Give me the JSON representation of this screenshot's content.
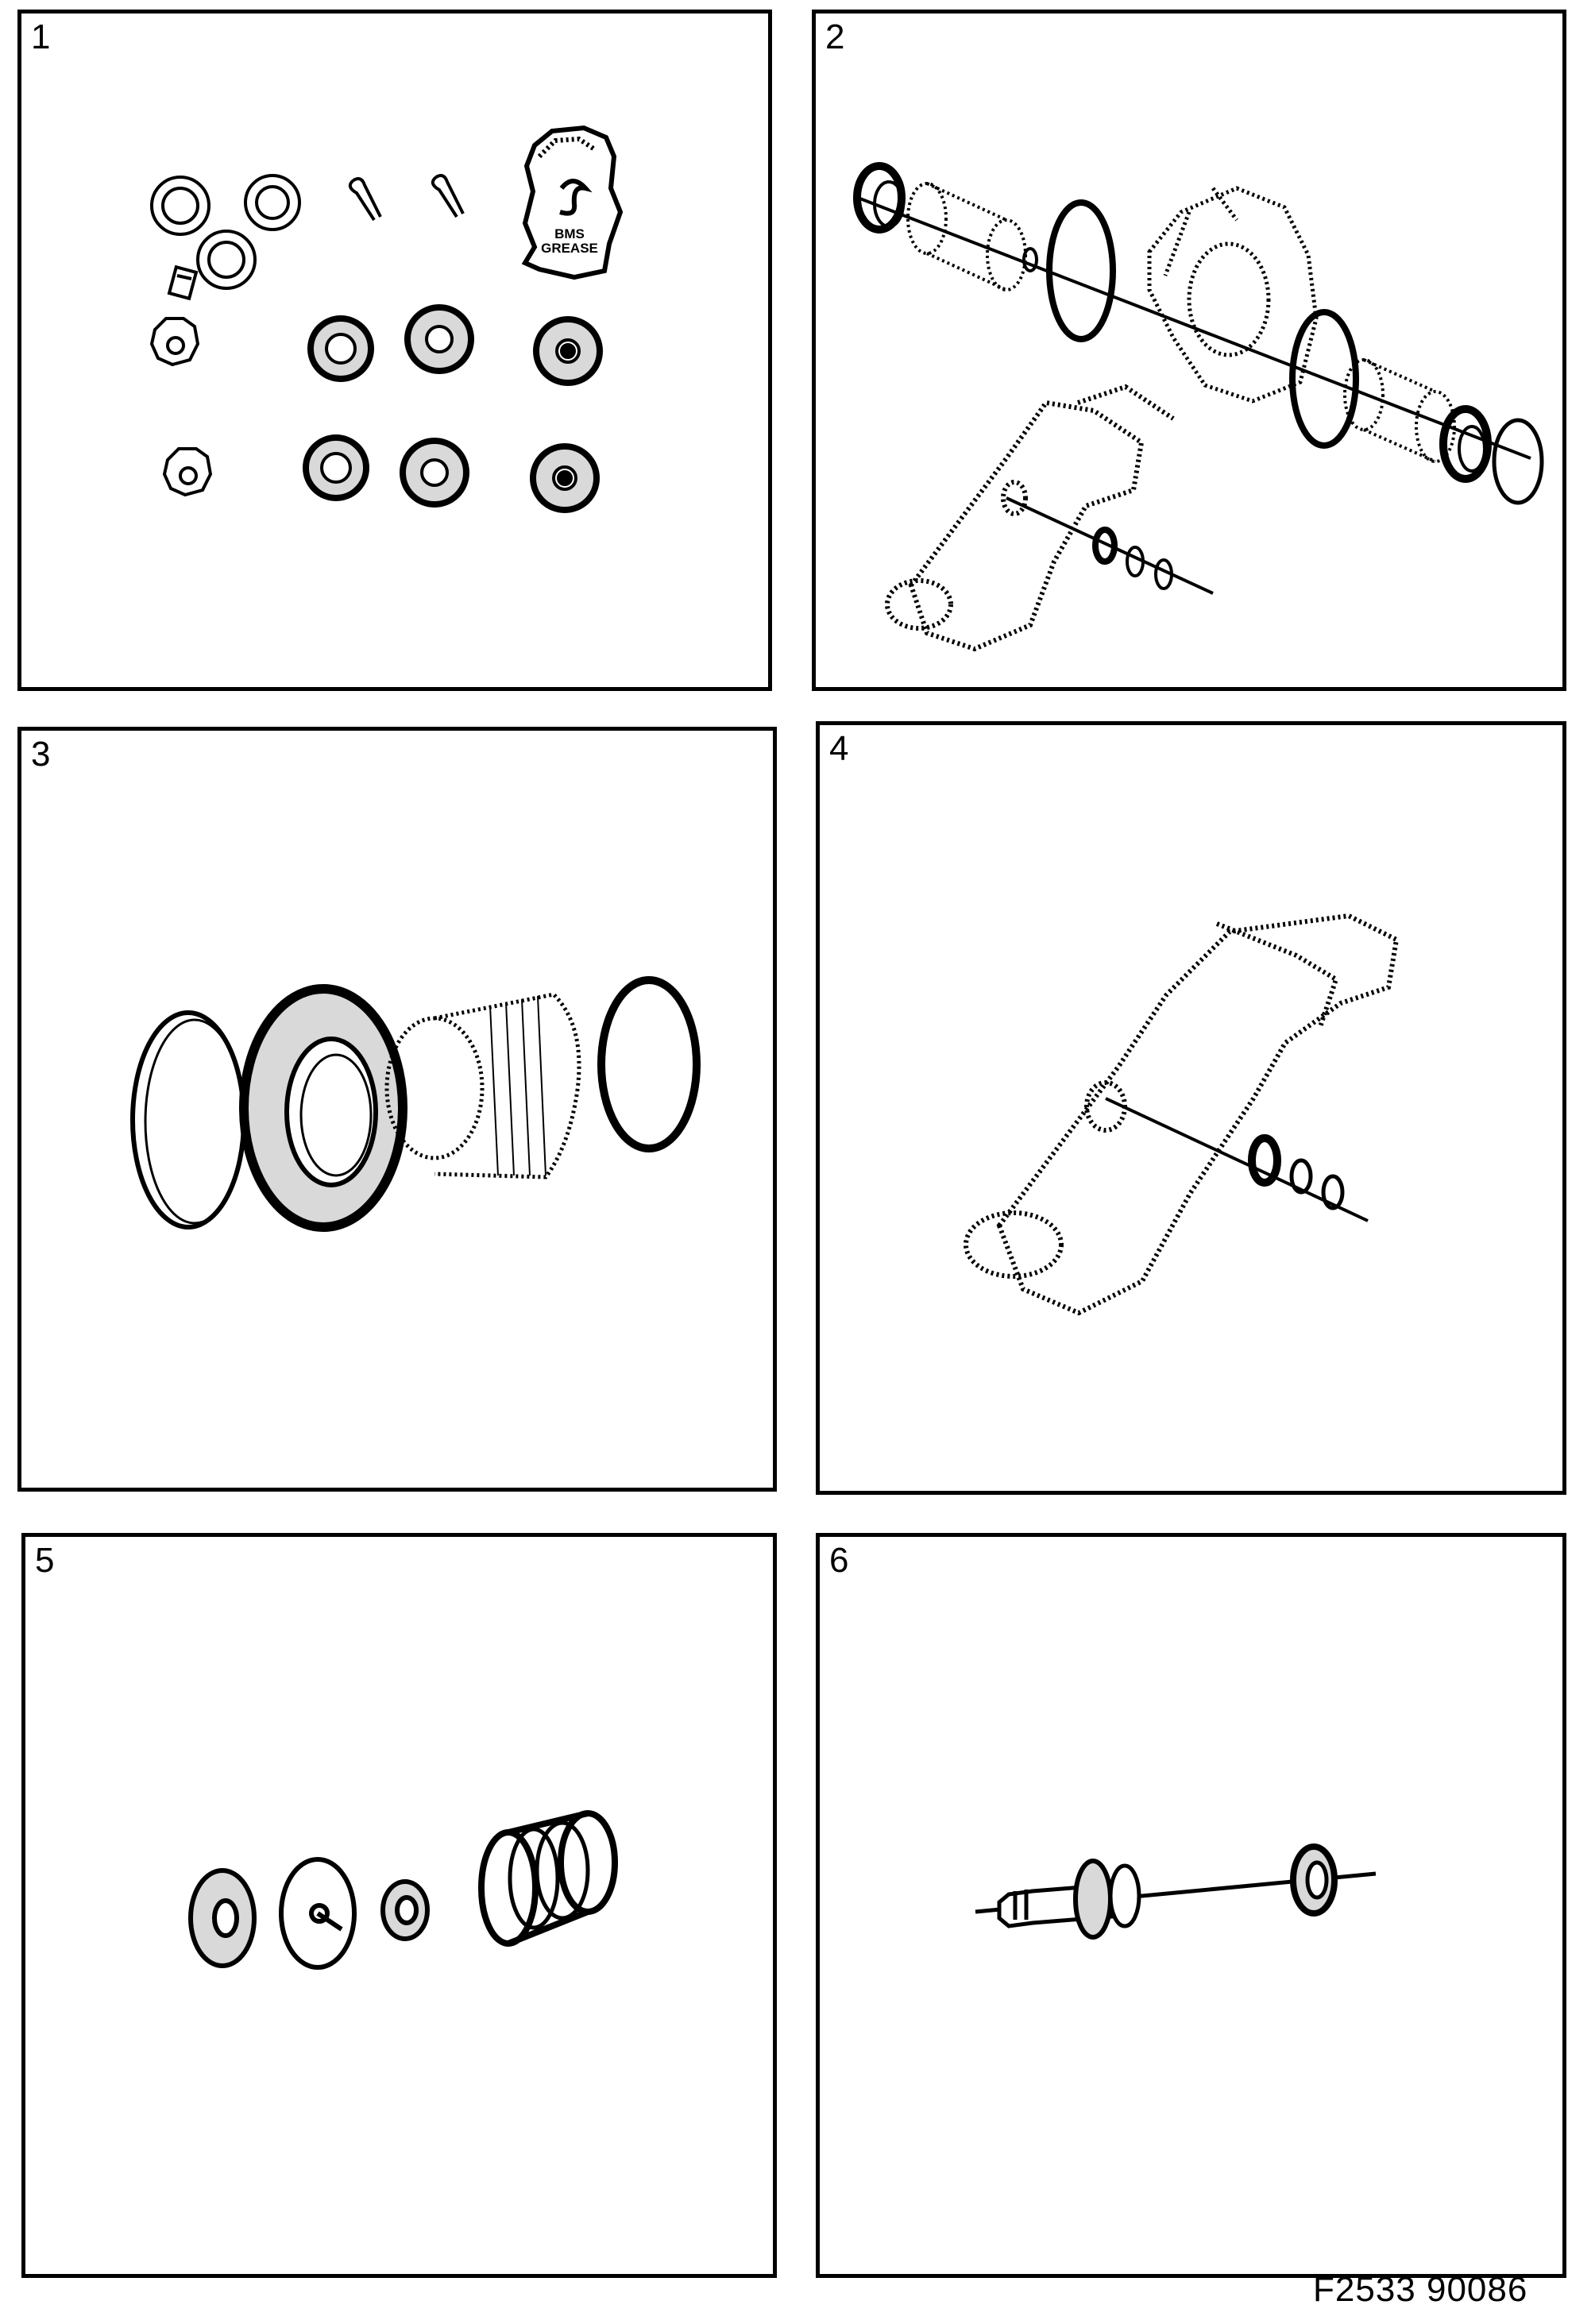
{
  "panels": [
    {
      "number": "1"
    },
    {
      "number": "2"
    },
    {
      "number": "3"
    },
    {
      "number": "4"
    },
    {
      "number": "5"
    },
    {
      "number": "6"
    }
  ],
  "grease_packet_label": "BMS\nGREASE",
  "figure_reference": "F2533  90086"
}
